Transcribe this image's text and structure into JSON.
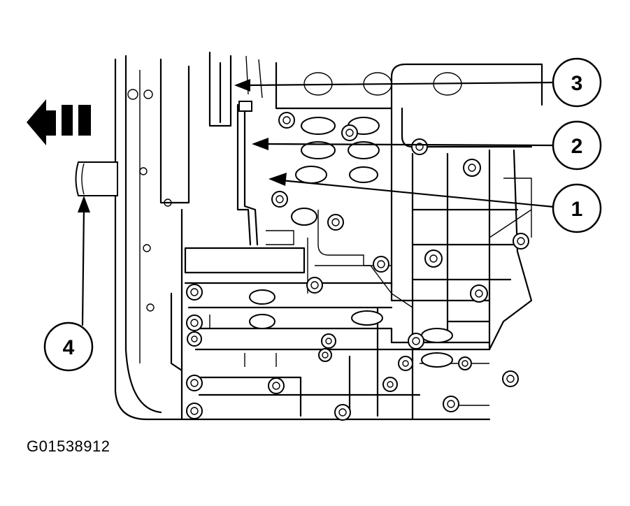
{
  "figure": {
    "id_label": "G01538912"
  },
  "callouts": [
    {
      "label": "3",
      "icon": "callout-circle"
    },
    {
      "label": "2",
      "icon": "callout-circle"
    },
    {
      "label": "1",
      "icon": "callout-circle"
    },
    {
      "label": "4",
      "icon": "callout-circle"
    }
  ],
  "direction_arrow": {
    "icon": "direction-arrow-left",
    "color": "#000000"
  },
  "colors": {
    "line": "#000000",
    "background": "#ffffff"
  }
}
